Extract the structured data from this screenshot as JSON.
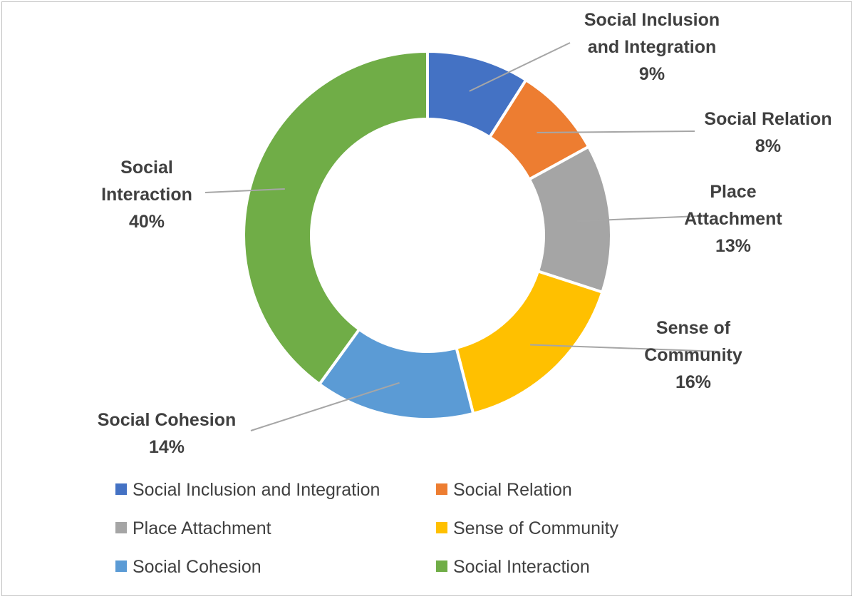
{
  "chart_data": {
    "type": "pie",
    "subtype": "donut",
    "title": "",
    "legend_position": "bottom",
    "categories": [
      "Social Inclusion and Integration",
      "Social Relation",
      "Place Attachment",
      "Sense of Community",
      "Social Cohesion",
      "Social Interaction"
    ],
    "values": [
      9,
      8,
      13,
      16,
      14,
      40
    ],
    "data_labels": [
      {
        "lines": [
          "Social Inclusion",
          "and Integration"
        ],
        "pct": "9%"
      },
      {
        "lines": [
          "Social Relation"
        ],
        "pct": "8%"
      },
      {
        "lines": [
          "Place",
          "Attachment"
        ],
        "pct": "13%"
      },
      {
        "lines": [
          "Sense of",
          "Community"
        ],
        "pct": "16%"
      },
      {
        "lines": [
          "Social Cohesion"
        ],
        "pct": "14%"
      },
      {
        "lines": [
          "Social",
          "Interaction"
        ],
        "pct": "40%"
      }
    ],
    "colors": [
      "#4472c4",
      "#ed7d31",
      "#a5a5a5",
      "#ffc000",
      "#5b9bd5",
      "#70ad47"
    ]
  }
}
